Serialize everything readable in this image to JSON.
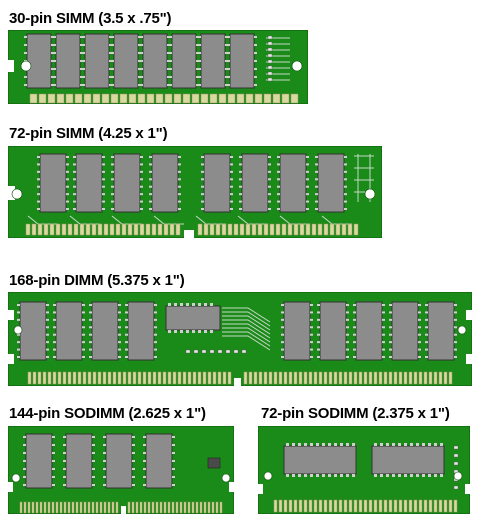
{
  "modules": [
    {
      "id": "simm30",
      "label": "30-pin SIMM (3.5 x .75\")"
    },
    {
      "id": "simm72",
      "label": "72-pin SIMM (4.25 x 1\")"
    },
    {
      "id": "dimm168",
      "label": "168-pin DIMM (5.375 x 1\")"
    },
    {
      "id": "sodimm144",
      "label": "144-pin SODIMM (2.625 x 1\")"
    },
    {
      "id": "sodimm72",
      "label": "72-pin SODIMM (2.375 x 1\")"
    }
  ],
  "colors": {
    "pcb": "#1a8a18",
    "pcb_edge": "#0d5a0c",
    "chip": "#8c8c8c",
    "chip_dark": "#5a5a5a",
    "pin": "#d8d8a0",
    "trace": "#c8d8c8",
    "hole": "#ffffff"
  }
}
